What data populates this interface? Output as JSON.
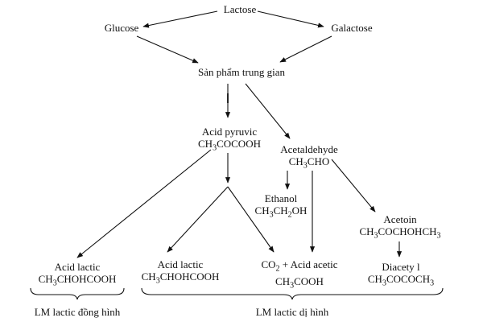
{
  "colors": {
    "ink": "#111111",
    "background": "#ffffff"
  },
  "nodes": {
    "lactose": "Lactose",
    "glucose": "Glucose",
    "galactose": "Galactose",
    "intermediate": "Sản phẩm trung gian",
    "pyruvic_name": "Acid pyruvic",
    "pyruvic_formula": [
      "CH",
      "3",
      "COCOOH"
    ],
    "acetaldehyde_name": "Acetaldehyde",
    "acetaldehyde_formula": [
      "CH",
      "3",
      "CHO"
    ],
    "ethanol_name": "Ethanol",
    "ethanol_formula": [
      "CH",
      "3",
      "CH",
      "2",
      "OH"
    ],
    "acetoin_name": "Acetoin",
    "acetoin_formula": [
      "CH",
      "3",
      "COCHOHCH",
      "3"
    ],
    "lactic_homo_name": "Acid lactic",
    "lactic_homo_formula": [
      "CH",
      "3",
      "CHOHCOOH"
    ],
    "lactic_hetero_name": "Acid lactic",
    "lactic_hetero_formula": [
      "CH",
      "3",
      "CHOHCOOH"
    ],
    "co2_acetic_name": [
      "CO",
      "2",
      " + Acid acetic"
    ],
    "acetic_formula": [
      "CH",
      "3",
      "COOH"
    ],
    "diacetyl_name": "Diacety l",
    "diacetyl_formula": [
      "CH",
      "3",
      "COCOCH",
      "3"
    ]
  },
  "groups": {
    "homofermentative": "LM lactic đồng hình",
    "heterofermentative": "LM lactic dị hình"
  }
}
